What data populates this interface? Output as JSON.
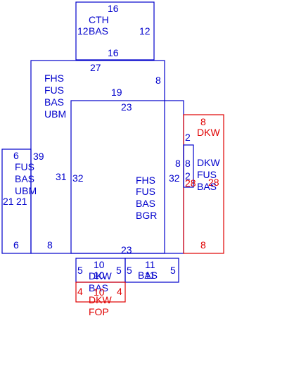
{
  "colors": {
    "primary": "#0000cc",
    "accent": "#e00000"
  },
  "areas": {
    "cth": {
      "codes": [
        "CTH",
        "BAS"
      ],
      "dims": [
        "16",
        "12",
        "12",
        "16"
      ]
    },
    "upper": {
      "codes": [
        "FHS",
        "FUS",
        "BAS",
        "UBM"
      ],
      "dims": [
        "27",
        "8",
        "19",
        "31",
        "8"
      ]
    },
    "main": {
      "codes": [
        "FHS",
        "FUS",
        "BAS",
        "BGR"
      ],
      "dims": [
        "23",
        "32",
        "32",
        "8",
        "23"
      ]
    },
    "left_wing": {
      "codes": [
        "FUS",
        "BAS",
        "UBM"
      ],
      "dims": [
        "6",
        "39",
        "21",
        "21",
        "6"
      ]
    },
    "right_wing": {
      "codes": [
        "DKW",
        "FUS",
        "BAS"
      ],
      "dims": [
        "8",
        "2",
        "2",
        "8",
        "28",
        "28",
        "8"
      ]
    },
    "deck": {
      "codes": [
        "DKW"
      ],
      "dims": [
        "8"
      ]
    },
    "bottom_left": {
      "codes": [
        "DKW",
        "BAS"
      ],
      "dims": [
        "10",
        "5",
        "5",
        "10"
      ]
    },
    "bottom_right": {
      "codes": [
        "BAS"
      ],
      "dims": [
        "11",
        "5",
        "5",
        "11"
      ]
    },
    "porch": {
      "codes": [
        "DKW",
        "FOP"
      ],
      "dims": [
        "10",
        "4",
        "4"
      ]
    }
  }
}
